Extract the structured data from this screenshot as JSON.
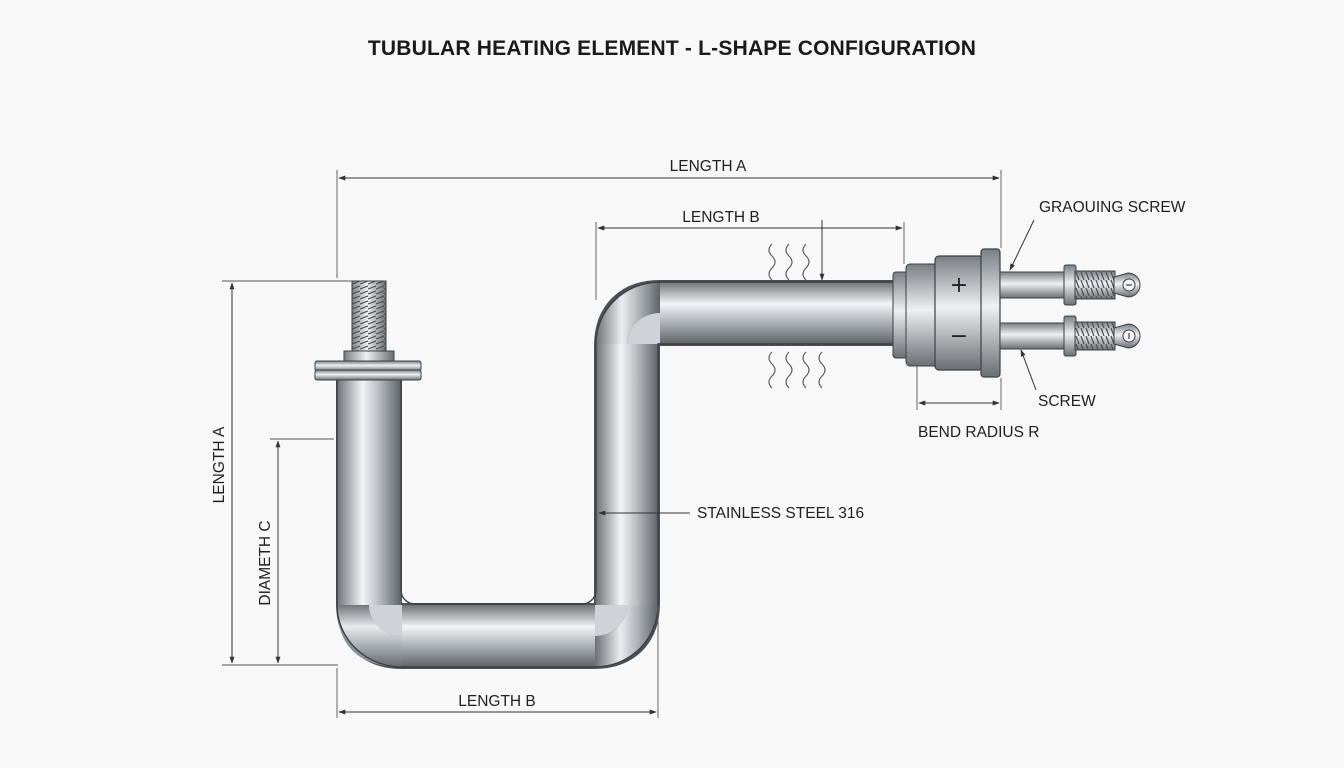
{
  "title": "TUBULAR HEATING ELEMENT - L-SHAPE CONFIGURATION",
  "labels": {
    "length_a_top": "LENGTH A",
    "length_b_top": "LENGTH B",
    "length_a_side": "LENGTH A",
    "diameter_c": "DIAMETH C",
    "length_b_bottom": "LENGTH B",
    "graouing_screw": "GRAOUING SCREW",
    "screw": "SCREW",
    "bend_radius": "BEND RADIUS R",
    "material": "STAINLESS STEEL 316",
    "terminal_plus": "+",
    "terminal_minus": "−"
  },
  "colors": {
    "background": "#f8f8f8",
    "steel_dark": "#6e7378",
    "steel_light": "#f2f4f6",
    "line": "#333333"
  }
}
